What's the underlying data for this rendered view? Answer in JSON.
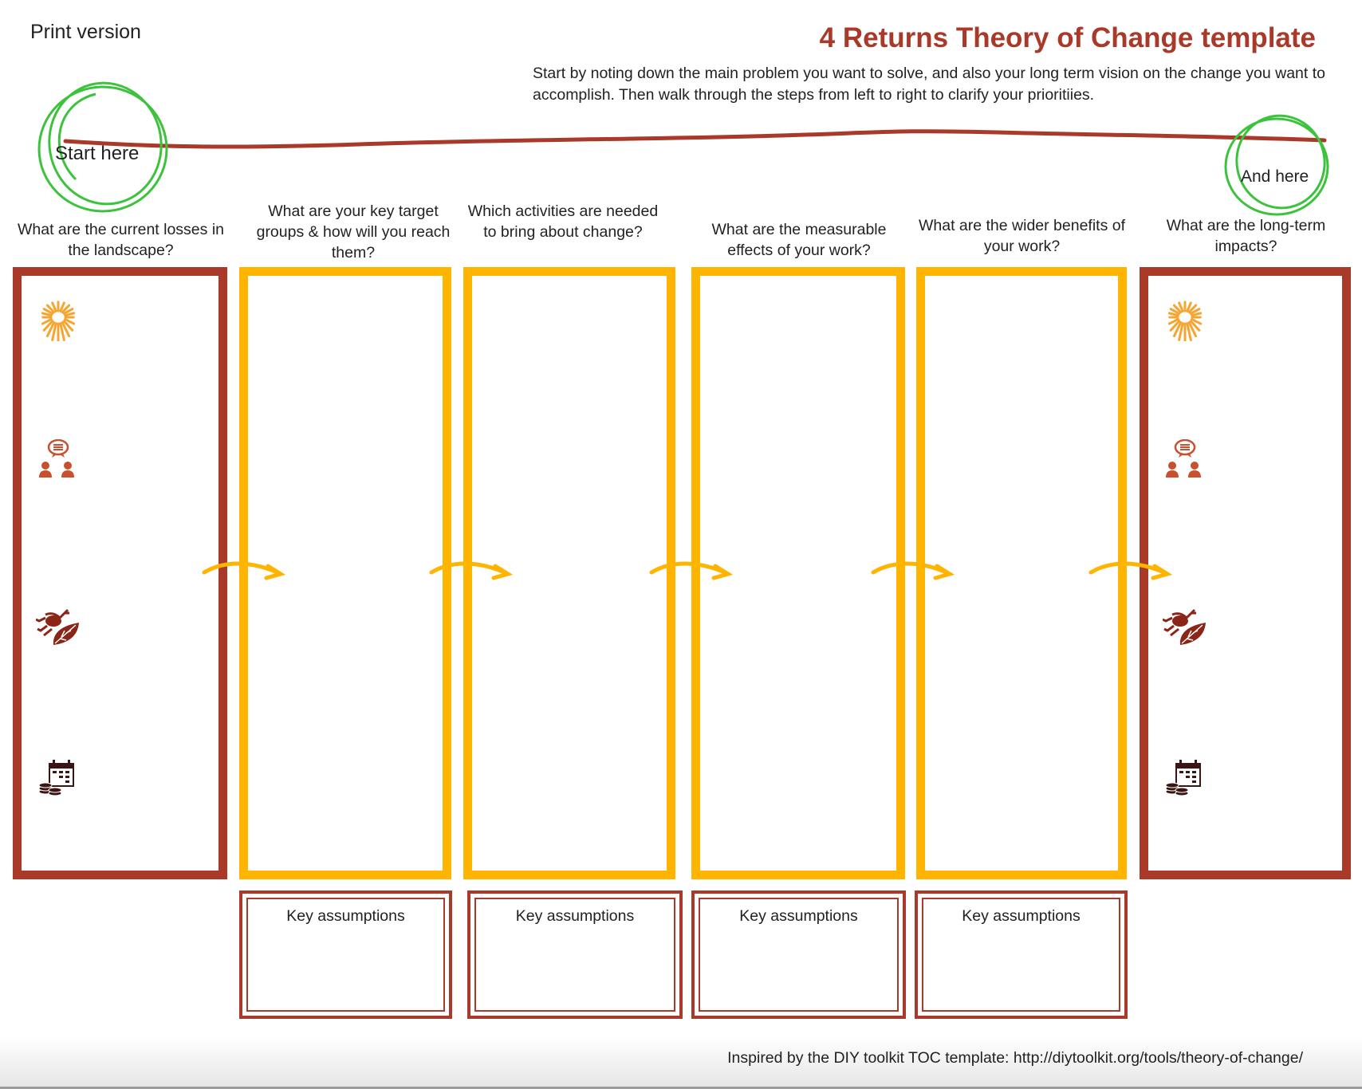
{
  "header": {
    "print_label": "Print version",
    "title": "4 Returns Theory of Change template",
    "intro": "Start by noting down the main problem you want to solve, and also your long term vision on the change you want to accomplish. Then walk through the steps from left to right to clarify your prioritiies."
  },
  "markers": {
    "start": "Start here",
    "end": "And here"
  },
  "columns": [
    {
      "question": "What are the current losses in the landscape?"
    },
    {
      "question": "What are your key target groups & how will you reach them?"
    },
    {
      "question": "Which activities are needed to bring about change?"
    },
    {
      "question": "What are the measurable effects of your work?"
    },
    {
      "question": "What are the wider benefits of your work?"
    },
    {
      "question": "What are the long-term impacts?"
    }
  ],
  "assumptions_label": "Key assumptions",
  "icons": [
    "inspiration-heart-icon",
    "social-people-icon",
    "natural-frog-leaf-icon",
    "financial-calendar-coins-icon"
  ],
  "colors": {
    "accent_red": "#a93a2a",
    "accent_yellow": "#ffb400",
    "marker_green": "#3cc23c",
    "heart_orange": "#f7a531"
  },
  "footer": "Inspired by the DIY toolkit TOC template: http://diytoolkit.org/tools/theory-of-change/"
}
